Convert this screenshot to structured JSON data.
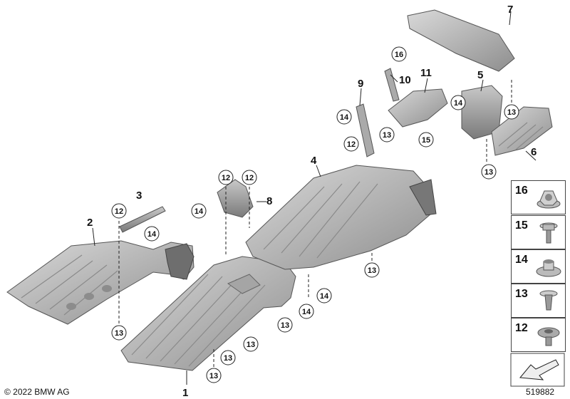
{
  "footer": {
    "copyright": "© 2022 BMW AG",
    "diagram_id": "519882"
  },
  "part_callouts": {
    "p1": "1",
    "p2": "2",
    "p3": "3",
    "p4": "4",
    "p5": "5",
    "p6": "6",
    "p7": "7",
    "p8": "8",
    "p9": "9",
    "p10": "10",
    "p11": "11"
  },
  "fastener_callouts": {
    "c12": "12",
    "c13": "13",
    "c14": "14",
    "c15": "15",
    "c16": "16"
  },
  "legend": [
    {
      "number": "16",
      "icon": "hex-nut-icon"
    },
    {
      "number": "15",
      "icon": "hex-bolt-icon"
    },
    {
      "number": "14",
      "icon": "flange-nut-icon"
    },
    {
      "number": "13",
      "icon": "expanding-rivet-icon"
    },
    {
      "number": "12",
      "icon": "plastic-nut-icon"
    }
  ]
}
